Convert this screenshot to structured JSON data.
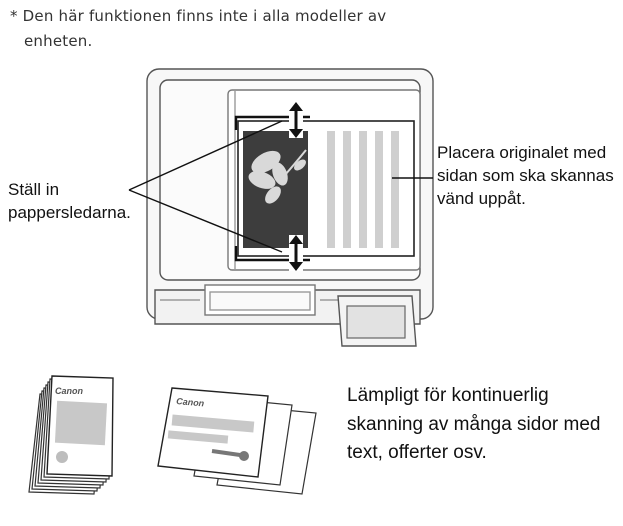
{
  "note": {
    "line1": "* Den här funktionen finns inte i alla modeller av",
    "line2": "enheten."
  },
  "callouts": {
    "guides": "Ställ in pappersledarna.",
    "place": "Placera originalet med sidan som ska skannas vänd uppåt."
  },
  "suitable": "Lämpligt för kontinuerlig skanning av många sidor med text, offerter osv.",
  "brand": {
    "stack_left": "Canon",
    "stack_right": "Canon"
  },
  "icons": {
    "paper_guide_arrow": "double-arrow-vertical",
    "original_image": "flower-photo"
  },
  "colors": {
    "outline": "#555555",
    "machine_fill": "#f4f4f4",
    "photo": "#3d3d3d",
    "stripes": "#cfcfcf",
    "gray_block": "#c8c8c8"
  }
}
